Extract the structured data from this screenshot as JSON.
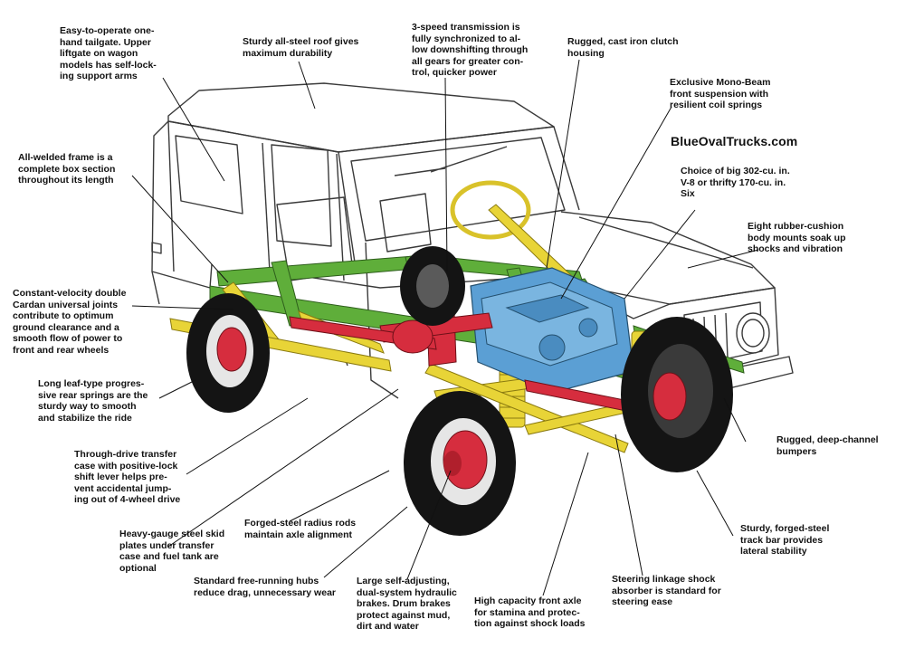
{
  "diagram": {
    "watermark": "BlueOvalTrucks.com",
    "callouts": {
      "tailgate": "Easy-to-operate one-\nhand tailgate. Upper\nliftgate on wagon\nmodels has self-lock-\ning support arms",
      "roof": "Sturdy all-steel roof gives\nmaximum durability",
      "transmission": "3-speed transmission is\nfully synchronized to al-\nlow downshifting through\nall gears for greater con-\ntrol, quicker power",
      "clutch": "Rugged, cast iron clutch\nhousing",
      "monobeam": "Exclusive Mono-Beam\nfront suspension with\nresilient coil springs",
      "engine": "Choice of big 302-cu. in.\nV-8 or thrifty 170-cu. in.\nSix",
      "frame": "All-welded frame is a\ncomplete box section\nthroughout its length",
      "body_mounts": "Eight rubber-cushion\nbody mounts soak up\nshocks and vibration",
      "cv_joints": "Constant-velocity double\nCardan universal joints\ncontribute to optimum\nground clearance and a\nsmooth flow of power to\nfront and rear wheels",
      "leaf_springs": "Long leaf-type progres-\nsive rear springs are the\nsturdy way to smooth\nand stabilize the ride",
      "bumpers": "Rugged, deep-channel\nbumpers",
      "transfer_case": "Through-drive transfer\ncase with positive-lock\nshift lever helps pre-\nvent accidental jump-\ning out of 4-wheel drive",
      "skid_plates": "Heavy-gauge steel skid\nplates under transfer\ncase and fuel tank are\noptional",
      "radius_rods": "Forged-steel radius rods\nmaintain axle alignment",
      "track_bar": "Sturdy, forged-steel\ntrack bar provides\nlateral stability",
      "hubs": "Standard free-running hubs\nreduce drag, unnecessary wear",
      "brakes": "Large self-adjusting,\ndual-system hydraulic\nbrakes. Drum brakes\nprotect against mud,\ndirt and water",
      "front_axle": "High capacity front axle\nfor stamina and protec-\ntion against shock loads",
      "steering_shock": "Steering linkage shock\nabsorber is standard for\nsteering ease"
    },
    "colors": {
      "frame": "#5fae3a",
      "suspension": "#e8d437",
      "brakes": "#d62d3e",
      "engine": "#5b9fd4",
      "tires": "#141414",
      "body_line": "#3a3a3a"
    }
  }
}
